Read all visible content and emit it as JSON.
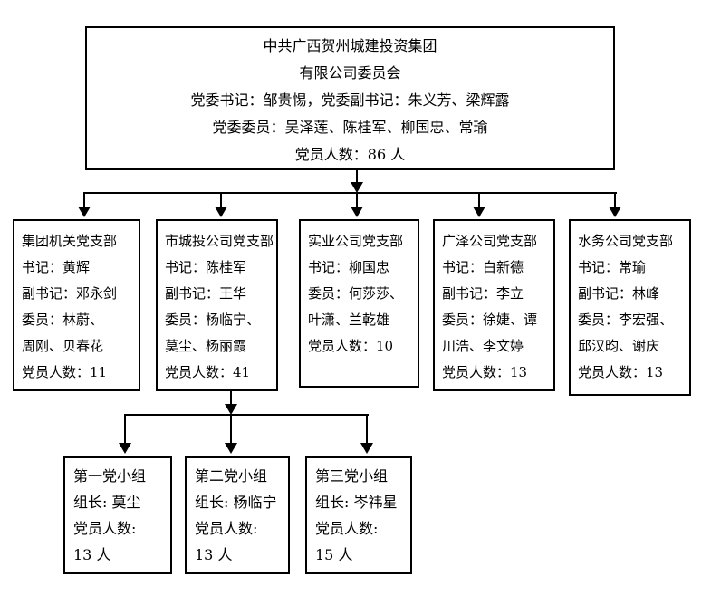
{
  "root": {
    "lines": [
      "中共广西贺州城建投资集团",
      "有限公司委员会",
      "党委书记：邹贵惕，党委副书记：朱义芳、梁辉露",
      "党委委员：吴泽莲、陈桂军、柳国忠、常瑜",
      "党员人数：86 人"
    ]
  },
  "branches": [
    {
      "name": "集团机关党支部",
      "lines": [
        "集团机关党支部",
        "书记：黄辉",
        "副书记：邓永剑",
        "委员：林蔚、",
        "周刚、贝春花",
        "党员人数：11"
      ]
    },
    {
      "name": "市城投公司党支部",
      "lines": [
        "市城投公司党支部",
        "书记：陈桂军",
        "副书记：王华",
        "委员：杨临宁、",
        "莫尘、杨丽霞",
        "党员人数：41"
      ]
    },
    {
      "name": "实业公司党支部",
      "lines": [
        "实业公司党支部",
        "书记：柳国忠",
        "委员：何莎莎、",
        "叶潇、兰乾雄",
        "党员人数：10"
      ]
    },
    {
      "name": "广泽公司党支部",
      "lines": [
        "广泽公司党支部",
        "书记：白新德",
        "副书记：李立",
        "委员：徐婕、谭",
        "川浩、李文婷",
        "党员人数：13"
      ]
    },
    {
      "name": "水务公司党支部",
      "lines": [
        "水务公司党支部",
        "书记：常瑜",
        "副书记：林峰",
        "委员：李宏强、",
        "邱汉昀、谢庆",
        "党员人数：13"
      ]
    }
  ],
  "groups": [
    {
      "name": "第一党小组",
      "lines": [
        "第一党小组",
        "组长: 莫尘",
        "党员人数:",
        "13 人"
      ]
    },
    {
      "name": "第二党小组",
      "lines": [
        "第二党小组",
        "组长: 杨临宁",
        "党员人数:",
        "13 人"
      ]
    },
    {
      "name": "第三党小组",
      "lines": [
        "第三党小组",
        "组长: 岑祎星",
        "党员人数:",
        "15 人"
      ]
    }
  ],
  "colors": {
    "line": "#000000",
    "background": "#ffffff"
  }
}
